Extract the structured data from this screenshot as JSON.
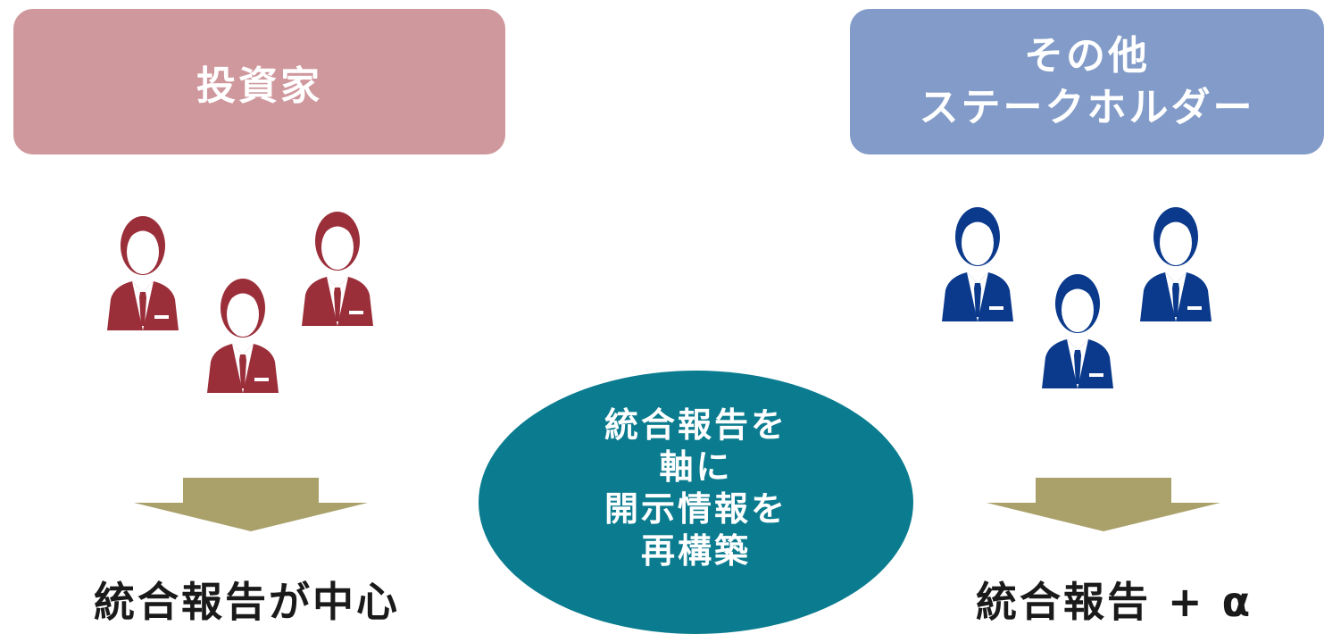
{
  "colors": {
    "left_box": "#cf989d",
    "right_box": "#829bc8",
    "left_people": "#9a2f3a",
    "right_people": "#0b3a8c",
    "arrow": "#a9a06a",
    "ellipse": "#0b7c8f"
  },
  "left": {
    "title": "投資家",
    "caption": "統合報告が中心",
    "icon": "businessmen-group-icon"
  },
  "right": {
    "title_line1": "その他",
    "title_line2": "ステークホルダー",
    "caption": "統合報告 + α",
    "icon": "businessmen-group-icon"
  },
  "center": {
    "lines": [
      "統合報告を",
      "軸に",
      "開示情報を",
      "再構築"
    ]
  }
}
